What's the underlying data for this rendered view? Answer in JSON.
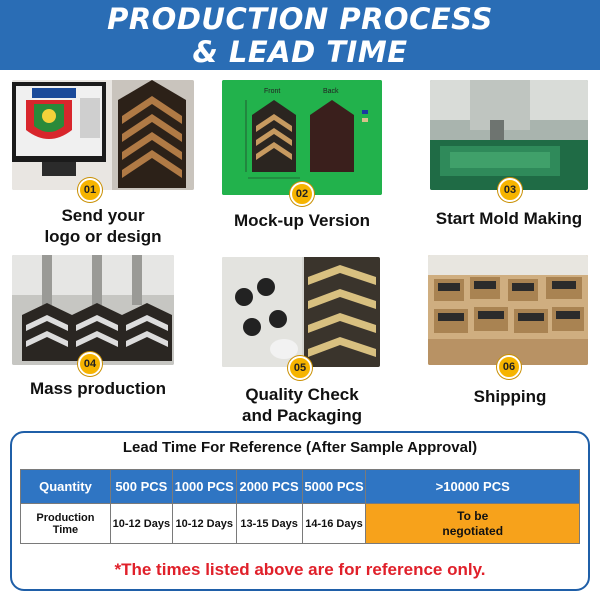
{
  "header": {
    "title_line1": "PRODUCTION PROCESS",
    "title_line2": "& LEAD TIME"
  },
  "colors": {
    "banner": "#2a6db5",
    "badge": "#f6b400",
    "table_header": "#2f75c3",
    "negotiated": "#f7a21b",
    "note": "#e0202a"
  },
  "steps": [
    {
      "number": "01",
      "caption_line1": "Send your",
      "caption_line2": "logo or design"
    },
    {
      "number": "02",
      "caption_line1": "Mock-up Version",
      "caption_line2": ""
    },
    {
      "number": "03",
      "caption_line1": "Start Mold Making",
      "caption_line2": ""
    },
    {
      "number": "04",
      "caption_line1": "Mass production",
      "caption_line2": ""
    },
    {
      "number": "05",
      "caption_line1": "Quality Check",
      "caption_line2": "and Packaging"
    },
    {
      "number": "06",
      "caption_line1": "Shipping",
      "caption_line2": ""
    }
  ],
  "mockup": {
    "front_label": "Front",
    "back_label": "Back"
  },
  "lead_time": {
    "title": "Lead Time For Reference (After Sample Approval)",
    "header": [
      "Quantity",
      "500 PCS",
      "1000 PCS",
      "2000 PCS",
      "5000 PCS",
      ">10000 PCS"
    ],
    "row_label_line1": "Production",
    "row_label_line2": "Time",
    "days": [
      "10-12 Days",
      "10-12 Days",
      "13-15 Days",
      "14-16 Days"
    ],
    "negotiated_line1": "To be",
    "negotiated_line2": "negotiated",
    "note": "*The times listed above are for reference only."
  }
}
